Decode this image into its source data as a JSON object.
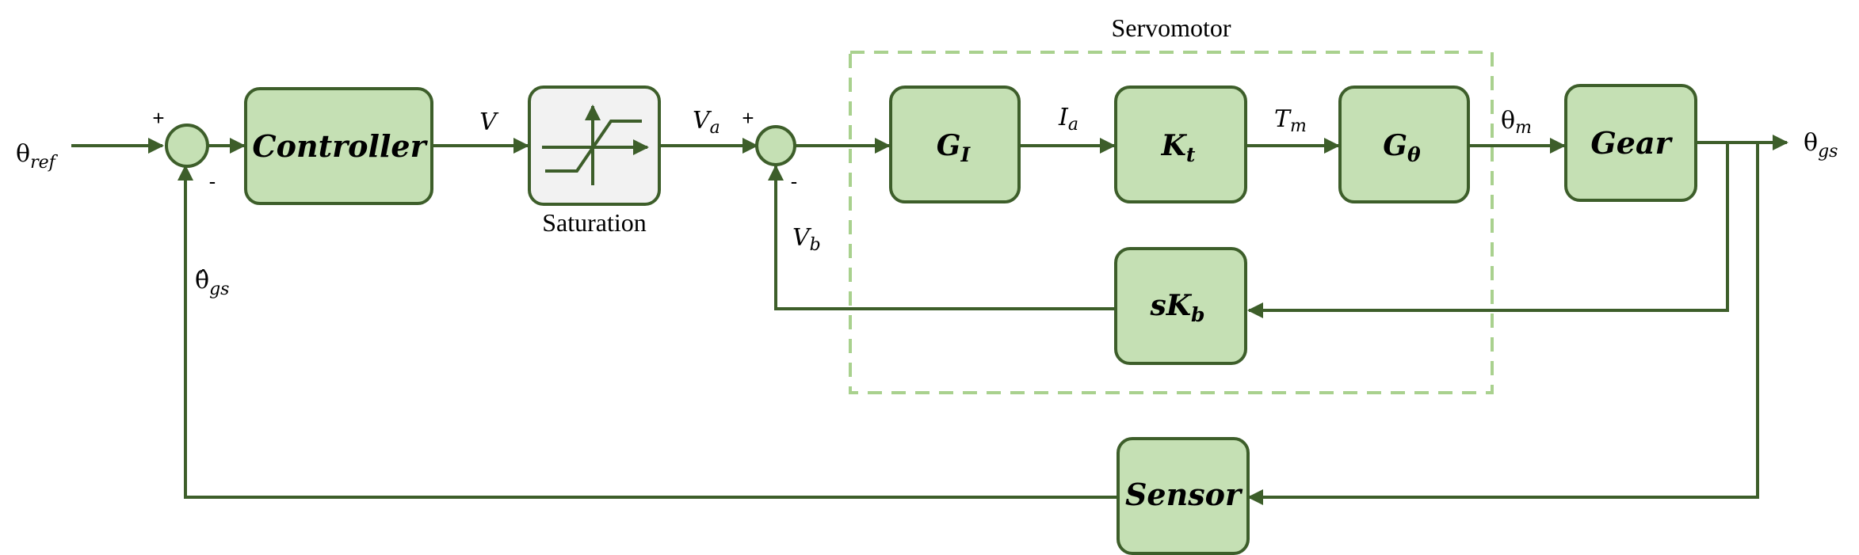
{
  "frame_title": "Servomotor",
  "blocks": {
    "controller": "Controller",
    "saturation_caption": "Saturation",
    "gi_main": "G",
    "gi_sub": "I",
    "kt_main": "K",
    "kt_sub": "t",
    "gtheta_main": "G",
    "gtheta_sub": "θ",
    "gear": "Gear",
    "skb_main": "sK",
    "skb_sub": "b",
    "sensor": "Sensor"
  },
  "signals": {
    "theta_ref_main": "θ",
    "theta_ref_sub": "ref",
    "v": "V",
    "va_main": "V",
    "va_sub": "a",
    "ia_main": "I",
    "ia_sub": "a",
    "tm_main": "T",
    "tm_sub": "m",
    "theta_m_main": "θ",
    "theta_m_sub": "m",
    "theta_gs_main": "θ",
    "theta_gs_sub": "gs",
    "vb_main": "V",
    "vb_sub": "b",
    "theta_hat_main": "θ̂",
    "theta_hat_sub": "gs"
  },
  "signs": {
    "sum1_plus": "+",
    "sum1_minus": "-",
    "sum2_plus": "+",
    "sum2_minus": "-"
  },
  "colors": {
    "block_fill": "#c5e0b4",
    "line": "#3d5e2a",
    "frame_dash": "#a9d18e",
    "saturation_fill": "#f2f2f2"
  }
}
